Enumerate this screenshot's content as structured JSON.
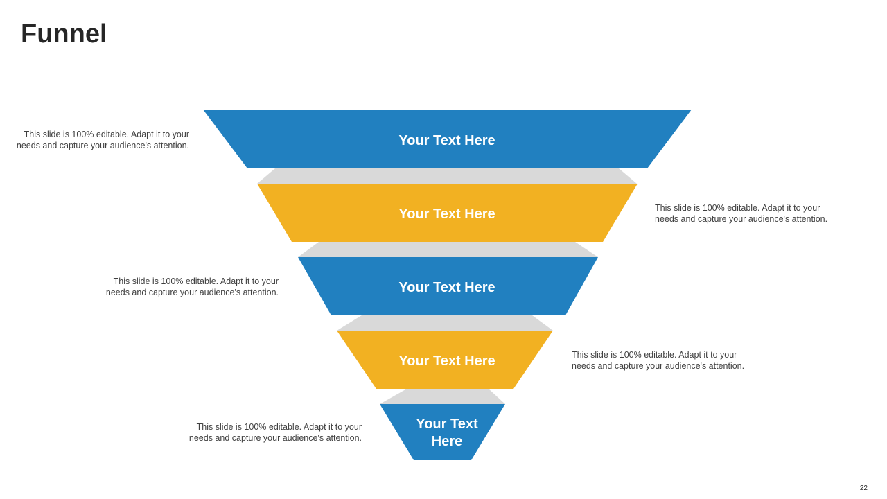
{
  "title": "Funnel",
  "page_number": "22",
  "colors": {
    "blue": "#2180C0",
    "yellow": "#F2B122",
    "connector": "#D9D9D9",
    "label": "#FFFFFF"
  },
  "stages": [
    {
      "label_lines": [
        "Your Text Here"
      ],
      "color": "blue"
    },
    {
      "label_lines": [
        "Your Text Here"
      ],
      "color": "yellow"
    },
    {
      "label_lines": [
        "Your Text Here"
      ],
      "color": "blue"
    },
    {
      "label_lines": [
        "Your Text Here"
      ],
      "color": "yellow"
    },
    {
      "label_lines": [
        "Your Text",
        "Here"
      ],
      "color": "blue"
    }
  ],
  "descriptions": [
    {
      "line1": "This slide is 100% editable. Adapt it to your",
      "line2": "needs and capture your audience's attention."
    },
    {
      "line1": "This slide is 100% editable. Adapt it to your",
      "line2": "needs and capture your audience's attention."
    },
    {
      "line1": "This slide is 100% editable. Adapt it to your",
      "line2": "needs and capture your audience's attention."
    },
    {
      "line1": "This slide is 100% editable. Adapt it to your",
      "line2": "needs and capture your audience's attention."
    },
    {
      "line1": "This slide is 100% editable. Adapt it to your",
      "line2": "needs and capture your audience's attention."
    }
  ]
}
